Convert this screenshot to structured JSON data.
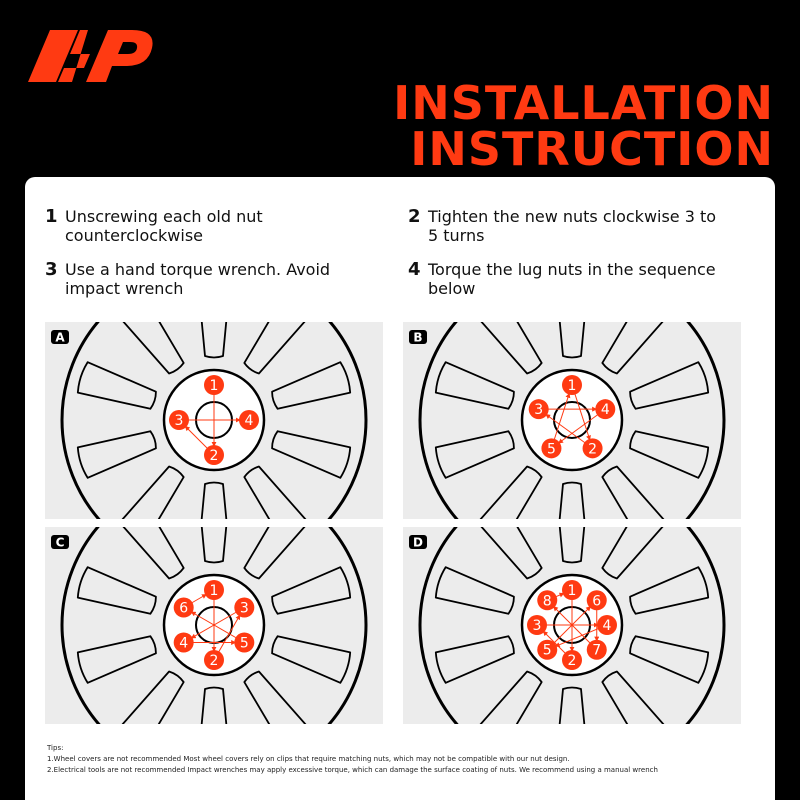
{
  "brand_color": "#ff3a12",
  "logo": {
    "icon": "brand-logo-icon"
  },
  "title": {
    "line1": "INSTALLATION",
    "line2": "INSTRUCTION"
  },
  "steps": [
    {
      "num": "1",
      "text": "Unscrewing each old nut counterclockwise"
    },
    {
      "num": "2",
      "text": "Tighten the new nuts clockwise 3 to 5 turns"
    },
    {
      "num": "3",
      "text": "Use a hand torque wrench. Avoid impact wrench"
    },
    {
      "num": "4",
      "text": "Torque the lug nuts in the sequence below"
    }
  ],
  "diagrams": [
    {
      "label": "A",
      "sequence": [
        "1",
        "4",
        "2",
        "3"
      ]
    },
    {
      "label": "B",
      "sequence": [
        "1",
        "4",
        "2",
        "5",
        "3"
      ]
    },
    {
      "label": "C",
      "sequence": [
        "1",
        "3",
        "5",
        "2",
        "4",
        "6"
      ]
    },
    {
      "label": "D",
      "sequence": [
        "1",
        "6",
        "4",
        "7",
        "2",
        "5",
        "3",
        "8"
      ]
    }
  ],
  "tips": {
    "heading": "Tips:",
    "items": [
      "1.Wheel covers are not recommended Most wheel covers rely on clips that require matching nuts, which may not be compatible with our nut design.",
      "2.Electrical tools are not recommended Impact wrenches may apply excessive torque, which can damage the surface coating of nuts. We recommend using a manual wrench"
    ]
  }
}
